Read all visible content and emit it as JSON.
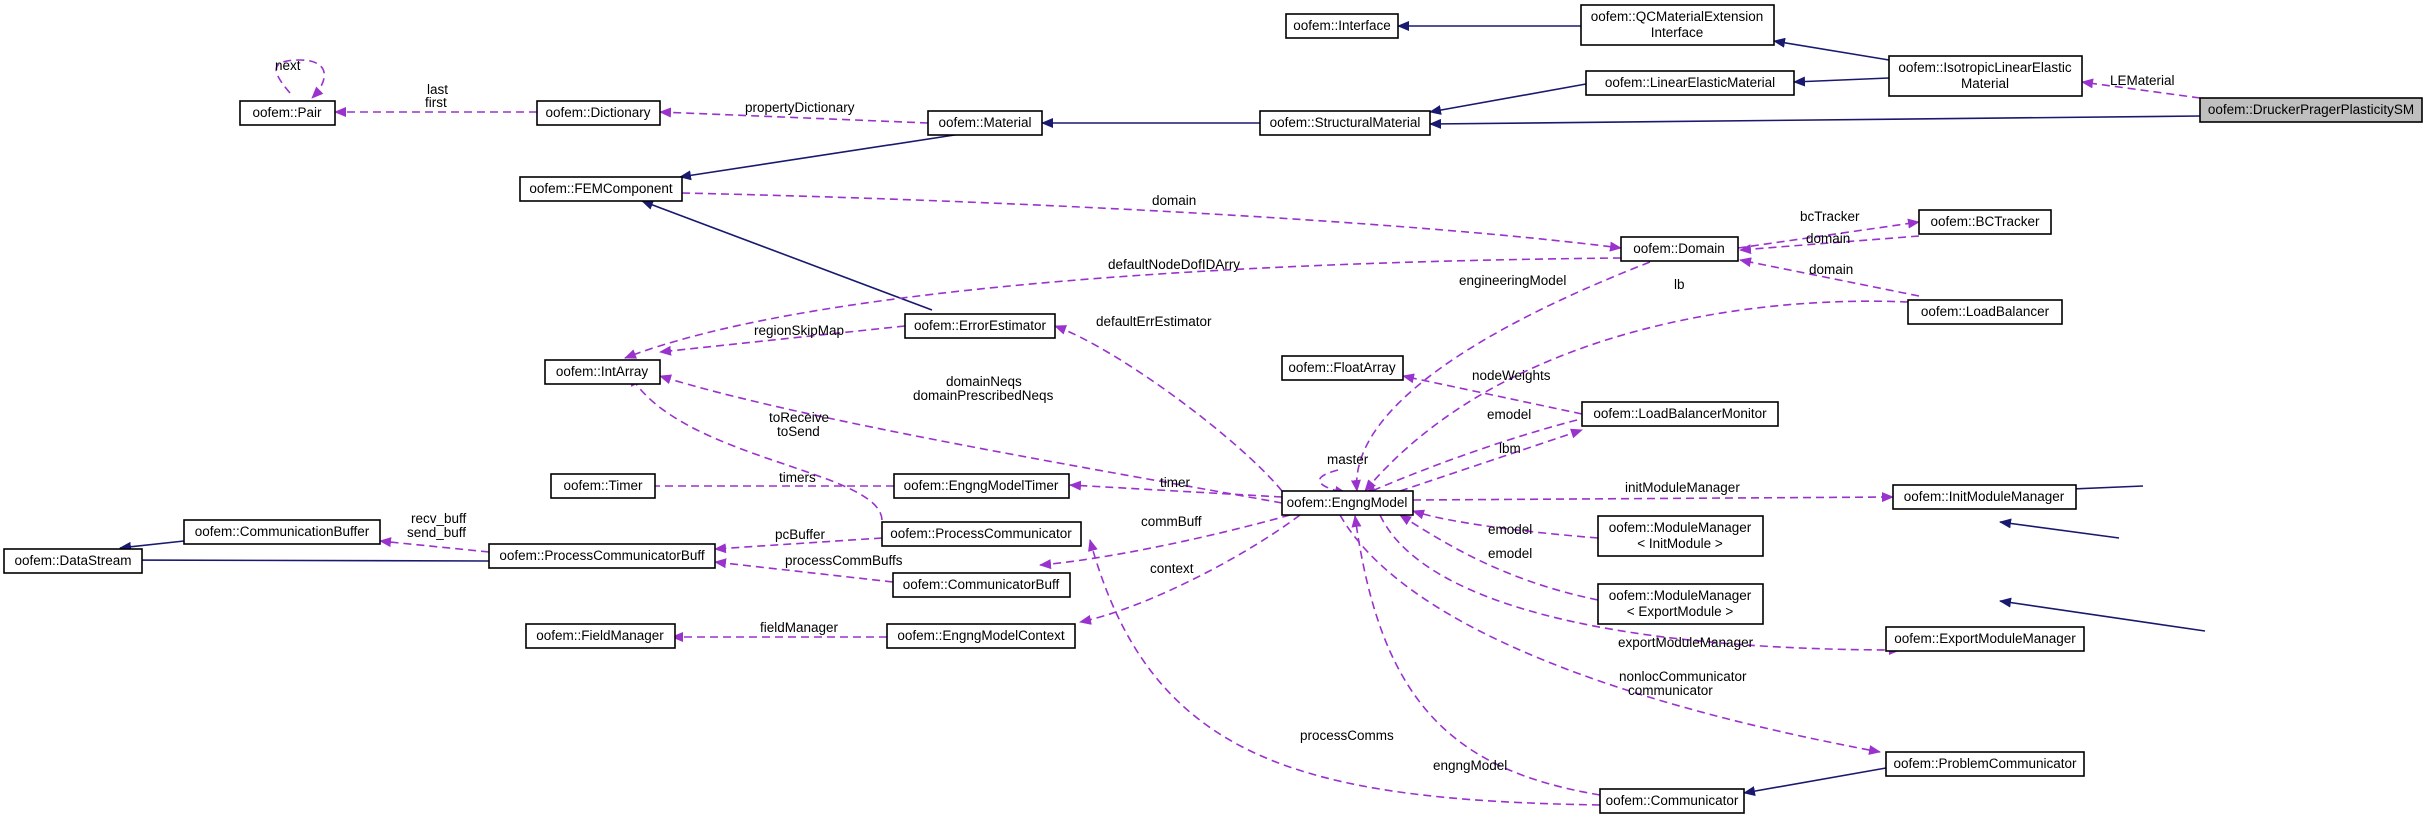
{
  "colors": {
    "inheritance": "#191970",
    "usage": "#9a32cd",
    "focus_fill": "#bfbfbf"
  },
  "nodes": {
    "interface": "oofem::Interface",
    "qc_ext_1": "oofem::QCMaterialExtension",
    "qc_ext_2": "Interface",
    "iso_1": "oofem::IsotropicLinearElastic",
    "iso_2": "Material",
    "drucker": "oofem::DruckerPragerPlasticitySM",
    "linear_elastic": "oofem::LinearElasticMaterial",
    "structural": "oofem::StructuralMaterial",
    "material": "oofem::Material",
    "dictionary": "oofem::Dictionary",
    "pair": "oofem::Pair",
    "femcomponent": "oofem::FEMComponent",
    "domain": "oofem::Domain",
    "bctracker": "oofem::BCTracker",
    "loadbalancer": "oofem::LoadBalancer",
    "intarray": "oofem::IntArray",
    "errorestimator": "oofem::ErrorEstimator",
    "floatarray": "oofem::FloatArray",
    "lbmonitor": "oofem::LoadBalancerMonitor",
    "timer": "oofem::Timer",
    "engngmodeltimer": "oofem::EngngModelTimer",
    "engngmodel": "oofem::EngngModel",
    "initmodulemanager": "oofem::InitModuleManager",
    "commbuffer": "oofem::CommunicationBuffer",
    "datastream": "oofem::DataStream",
    "pcbuff": "oofem::ProcessCommunicatorBuff",
    "processcommunicator": "oofem::ProcessCommunicator",
    "mm_init_1": "oofem::ModuleManager",
    "mm_init_2": "< InitModule >",
    "communicatorbuff": "oofem::CommunicatorBuff",
    "mm_export_1": "oofem::ModuleManager",
    "mm_export_2": "< ExportModule >",
    "fieldmanager": "oofem::FieldManager",
    "engngmodelcontext": "oofem::EngngModelContext",
    "exportmodulemanager": "oofem::ExportModuleManager",
    "problemcommunicator": "oofem::ProblemCommunicator",
    "communicator": "oofem::Communicator"
  },
  "labels": {
    "next": "next",
    "last": "last",
    "first": "first",
    "propertyDictionary": "propertyDictionary",
    "LEMaterial": "LEMaterial",
    "domain_fem": "domain",
    "bcTracker": "bcTracker",
    "domain_bc": "domain",
    "domain_lb": "domain",
    "defaultNodeDofIDArry": "defaultNodeDofIDArry",
    "engineeringModel": "engineeringModel",
    "lb": "lb",
    "regionSkipMap": "regionSkipMap",
    "defaultErrEstimator": "defaultErrEstimator",
    "nodeWeights": "nodeWeights",
    "domainNeqs": "domainNeqs",
    "domainPrescribedNeqs": "domainPrescribedNeqs",
    "toReceive": "toReceive",
    "toSend": "toSend",
    "emodel_lbm": "emodel",
    "lbm": "lbm",
    "master": "master",
    "timers": "timers",
    "timer": "timer",
    "initModuleManager": "initModuleManager",
    "recv_buff": "recv_buff",
    "send_buff": "send_buff",
    "pcBuffer": "pcBuffer",
    "commBuff": "commBuff",
    "emodel_init": "emodel",
    "emodel_export": "emodel",
    "processCommBuffs": "processCommBuffs",
    "context": "context",
    "fieldManager": "fieldManager",
    "exportModuleManager": "exportModuleManager",
    "nonlocCommunicator": "nonlocCommunicator",
    "communicator": "communicator",
    "processComms": "processComms",
    "engngModel": "engngModel"
  }
}
